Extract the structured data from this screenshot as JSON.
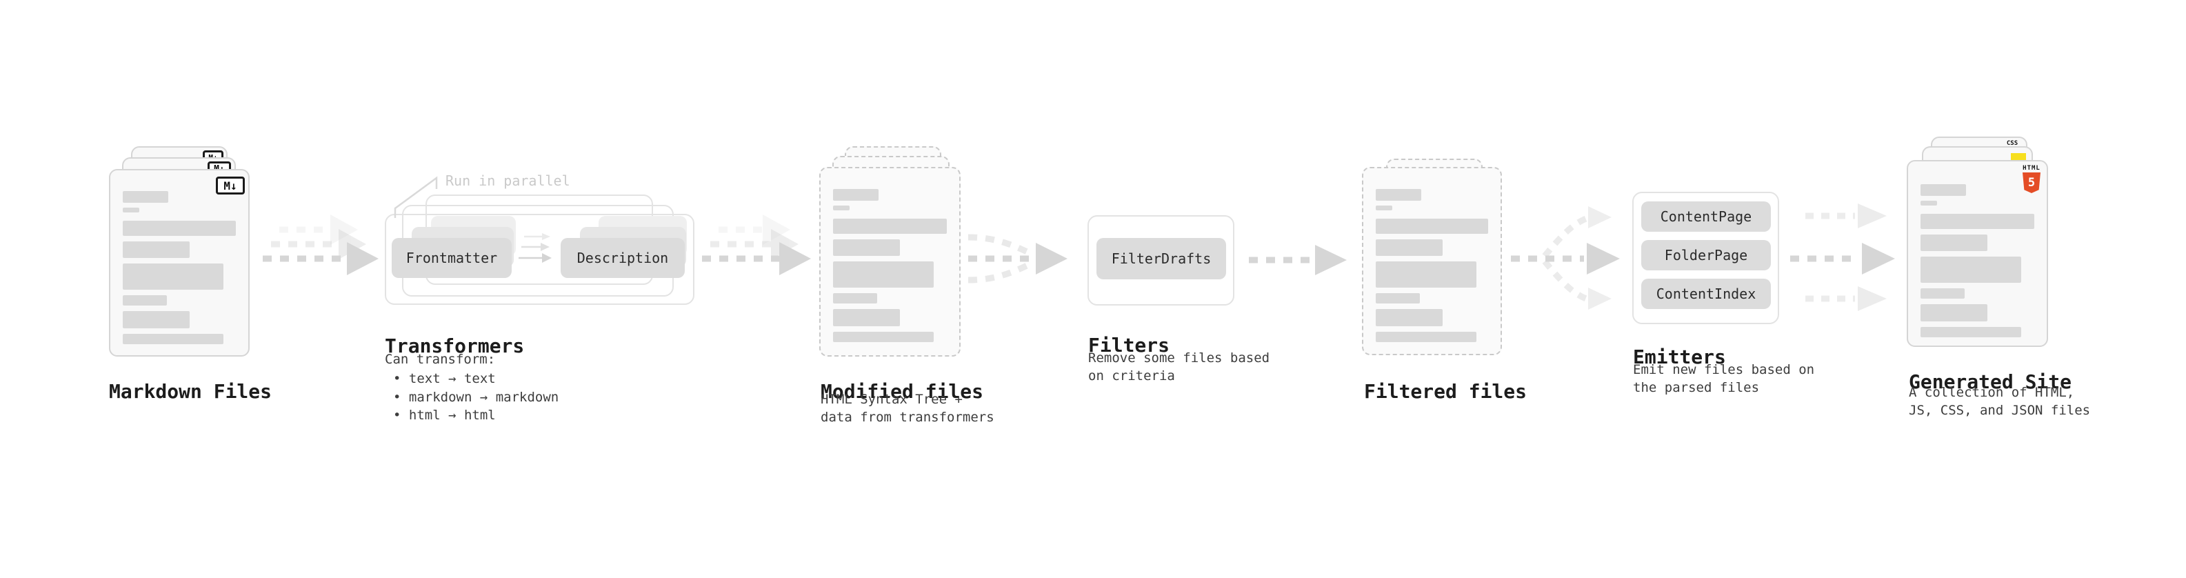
{
  "colors": {
    "html5_orange": "#e44d26",
    "js_yellow": "#f7df1e",
    "css_blue": "#2965f1",
    "pill_gray": "#dcdcdc",
    "bar_gray": "#d9d9d9",
    "arrow_gray": "#d6d6d6"
  },
  "stages": {
    "markdown_files": {
      "title": "Markdown Files",
      "badge": "M↓"
    },
    "transformers": {
      "annotation": "Run in parallel",
      "steps": [
        "Frontmatter",
        "Description"
      ],
      "title": "Transformers",
      "subtitle": "Can transform:",
      "bullets": [
        "• text → text",
        "• markdown → markdown",
        "• html → html"
      ]
    },
    "modified_files": {
      "title": "Modified files",
      "subtitle": "HTML Syntax Tree +\ndata from transformers"
    },
    "filters": {
      "steps": [
        "FilterDrafts"
      ],
      "title": "Filters",
      "subtitle": "Remove some files based\non criteria"
    },
    "filtered_files": {
      "title": "Filtered files"
    },
    "emitters": {
      "steps": [
        "ContentPage",
        "FolderPage",
        "ContentIndex"
      ],
      "title": "Emitters",
      "subtitle": "Emit new files based on\nthe parsed files"
    },
    "generated_site": {
      "title": "Generated Site",
      "subtitle": "A collection of HTML,\nJS, CSS, and JSON files",
      "html5_badge": {
        "word": "HTML",
        "number": "5"
      },
      "css_badge": "CSS"
    }
  }
}
